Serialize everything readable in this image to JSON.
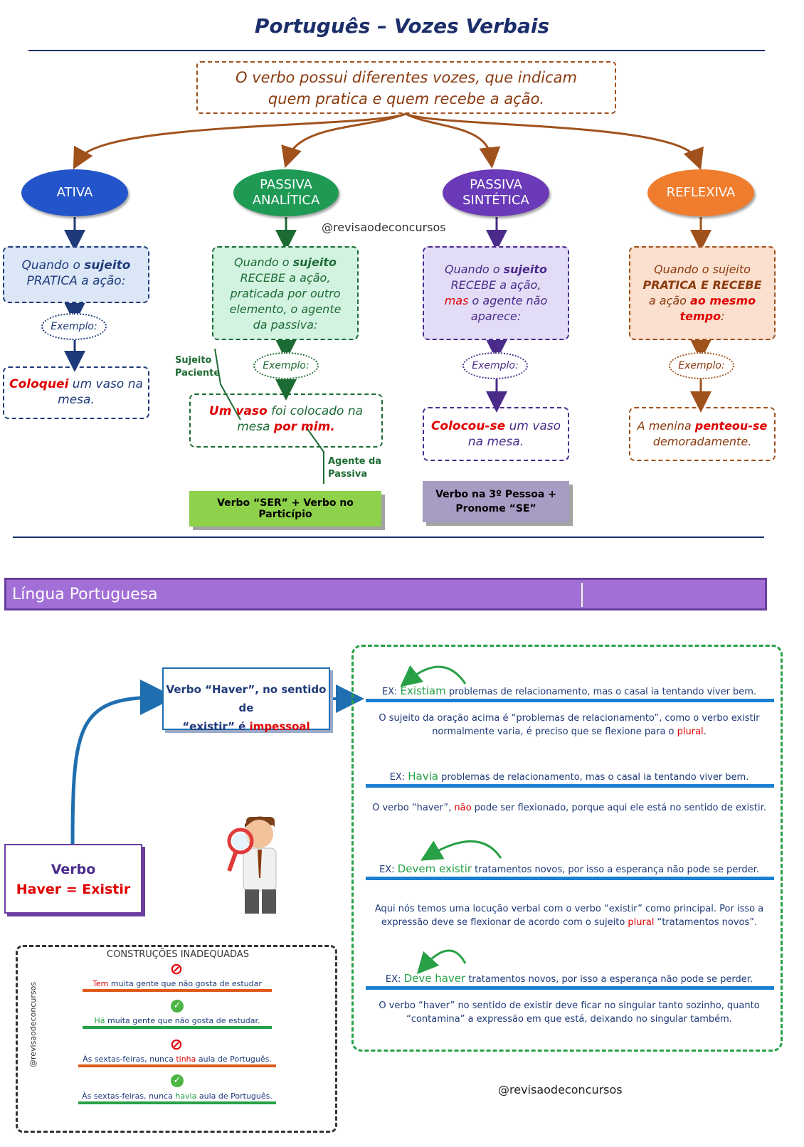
{
  "title": "Português – Vozes Verbais",
  "intro": {
    "line1": "O verbo possui diferentes vozes, que indicam",
    "line2": "quem pratica e quem recebe a ação."
  },
  "watermark_top": "@revisaodeconcursos",
  "colors": {
    "ativa": "#2354c9",
    "analitica": "#1e9a54",
    "sintetica": "#6a3ab8",
    "reflexiva": "#f07c2e"
  },
  "voices": {
    "ativa": {
      "name": "ATIVA",
      "desc_pre": "Quando o ",
      "desc_b1": "sujeito",
      "desc_line2": "PRATICA a ação:",
      "example_label": "Exemplo:",
      "ex_red": "Coloquei",
      "ex_rest": " um vaso na",
      "ex_line2": "mesa."
    },
    "analitica": {
      "name1": "PASSIVA",
      "name2": "ANALÍTICA",
      "desc_pre": "Quando o ",
      "desc_b1": "sujeito",
      "desc_line2": "RECEBE a ação,",
      "desc_line3": "praticada por outro",
      "desc_line4": "elemento, o agente",
      "desc_line5": "da passiva:",
      "example_label": "Exemplo:",
      "ex_red1": "Um vaso",
      "ex_mid": " foi colocado na",
      "ex_line2_pre": "mesa ",
      "ex_red2": "por mim.",
      "tag_subject1": "Sujeito",
      "tag_subject2": "Paciente",
      "tag_agent1": "Agente da",
      "tag_agent2": "Passiva",
      "rule": "Verbo “SER” + Verbo no Particípio"
    },
    "sintetica": {
      "name1": "PASSIVA",
      "name2": "SINTÉTICA",
      "desc_pre": "Quando o ",
      "desc_b1": "sujeito",
      "desc_line2": "RECEBE a ação,",
      "desc_mas": "mas",
      "desc_line3_rest": " o agente não",
      "desc_line4": "aparece:",
      "example_label": "Exemplo:",
      "ex_red": "Colocou-se",
      "ex_rest": " um vaso",
      "ex_line2": "na mesa.",
      "rule1": "Verbo na 3º Pessoa +",
      "rule2": "Pronome “SE”"
    },
    "reflexiva": {
      "name": "REFLEXIVA",
      "desc_line1": "Quando o sujeito",
      "desc_line2": "PRATICA E RECEBE",
      "desc_line3_pre": "a ação ",
      "desc_line3_red": "ao mesmo",
      "desc_line4_red": "tempo",
      "desc_line4_post": ":",
      "example_label": "Exemplo:",
      "ex_pre": "A menina ",
      "ex_red": "penteou-se",
      "ex_line2": "demoradamente."
    }
  },
  "section_bar": "Língua Portuguesa",
  "haver": {
    "verbo_box_line1": "Verbo “Haver”, no sentido de",
    "verbo_box_line2_pre": "“existir” é ",
    "verbo_box_line2_red": "impessoal",
    "main_box_line1": "Verbo",
    "main_box_line2": "Haver = Existir"
  },
  "examples": [
    {
      "pre": "EX: ",
      "green": "Existiam",
      "rest": " problemas de relacionamento, mas o casal ia tentando viver bem.",
      "expl1": "O sujeito da oração acima é “problemas de relacionamento”, como o verbo existir",
      "expl2_pre": "normalmente varia, é preciso que se flexione para o ",
      "expl2_red": "plural",
      "expl2_post": "."
    },
    {
      "pre": "EX: ",
      "green": "Havia",
      "rest": " problemas de relacionamento, mas o casal ia tentando viver bem.",
      "expl1_pre": "O verbo “haver”, ",
      "expl1_red": "não",
      "expl1_post": " pode ser flexionado, porque aqui ele está no sentido de existir."
    },
    {
      "pre": "EX: ",
      "green": "Devem existir",
      "rest": " tratamentos novos, por isso a esperança não pode se perder.",
      "expl1": "Aqui nós temos uma locução verbal com o verbo “existir” como principal. Por isso a",
      "expl2_pre": "expressão deve se flexionar de acordo com o sujeito ",
      "expl2_red": "plural",
      "expl2_post": " “tratamentos novos”."
    },
    {
      "pre": "EX: ",
      "green": "Deve haver",
      "rest": " tratamentos novos, por isso a esperança não pode se perder.",
      "expl1": "O verbo “haver” no sentido de existir deve ficar no singular tanto sozinho, quanto",
      "expl2": "“contamina” a expressão em que está, deixando no singular também."
    }
  ],
  "construcoes": {
    "title": "CONSTRUÇÕES INADEQUADAS",
    "side_label": "@revisaodeconcursos",
    "items": [
      {
        "status": "wrong",
        "red": "Tem",
        "rest": " muita gente que não gosta de estudar",
        "pre": ""
      },
      {
        "status": "ok",
        "green": "Há",
        "rest": " muita gente que não gosta de estudar.",
        "pre": ""
      },
      {
        "status": "wrong",
        "pre": "Às sextas-feiras, nunca ",
        "red": "tinha",
        "rest": " aula de Português."
      },
      {
        "status": "ok",
        "pre": "Às sextas-feiras, nunca ",
        "green": "havia",
        "rest": " aula de Português."
      }
    ]
  },
  "watermark_bottom": "@revisaodeconcursos"
}
